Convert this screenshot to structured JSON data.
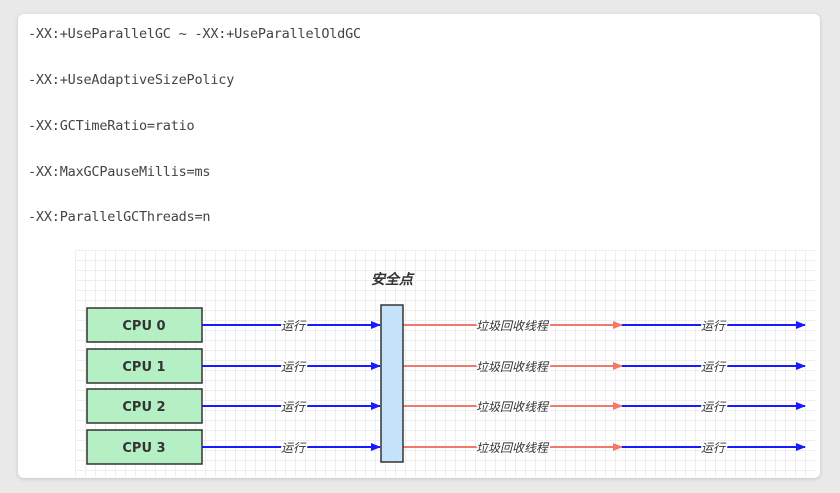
{
  "options": [
    "-XX:+UseParallelGC ~ -XX:+UseParallelOldGC",
    "-XX:+UseAdaptiveSizePolicy",
    "-XX:GCTimeRatio=ratio",
    "-XX:MaxGCPauseMillis=ms",
    "-XX:ParallelGCThreads=n"
  ],
  "diagram": {
    "safepoint_label": "安全点",
    "cpus": [
      "CPU 0",
      "CPU 1",
      "CPU 2",
      "CPU 3"
    ],
    "run_label": "运行",
    "gc_label": "垃圾回收线程",
    "colors": {
      "cpu_fill": "#b5f0c4",
      "safepoint_fill": "#c4e2fa",
      "run_arrow": "#1a1aff",
      "gc_arrow": "#f07a6a"
    }
  }
}
